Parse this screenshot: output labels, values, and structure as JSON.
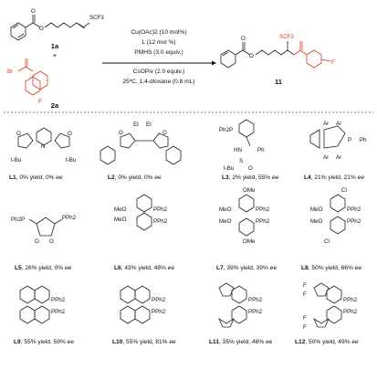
{
  "reaction": {
    "reactant1_label": "1a",
    "reactant2_label": "2a",
    "plus": "+",
    "product_label": "11",
    "scf3": "SCF3",
    "br": "Br",
    "o": "O",
    "f": "F",
    "conditions_above": [
      "Cu(OAc)2 (10 mol%)",
      "L (12 mol %)",
      "PMHS (3.0 equiv.)"
    ],
    "conditions_below": [
      "CsOPiv (2.0 equiv.)",
      "25ºC, 1,4-dioxane (0.8 mL)"
    ]
  },
  "ligands": [
    {
      "id": "L1",
      "result": ", 0% yield, 0% ",
      "ee": "ee"
    },
    {
      "id": "L2",
      "result": ", 0% yield, 0% ",
      "ee": "ee"
    },
    {
      "id": "L3",
      "result": ", 2% yield, 55% ",
      "ee": "ee"
    },
    {
      "id": "L4",
      "result": ", 21% yield, 21% ",
      "ee": "ee"
    },
    {
      "id": "L5",
      "result": ", 26% yield, 0% ",
      "ee": "ee"
    },
    {
      "id": "L6",
      "result": ", 43% yield, 48% ",
      "ee": "ee"
    },
    {
      "id": "L7",
      "result": ", 39% yield, 39% ",
      "ee": "ee"
    },
    {
      "id": "L8",
      "result": ", 50% yield, 66% ",
      "ee": "ee"
    },
    {
      "id": "L9",
      "result": ", 55% yield, 59% ",
      "ee": "ee"
    },
    {
      "id": "L10",
      "result": ", 55% yield, 81% ",
      "ee": "ee"
    },
    {
      "id": "L11",
      "result": ", 35% yield, 46% ",
      "ee": "ee"
    },
    {
      "id": "L12",
      "result": ", 50% yield, 49% ",
      "ee": "ee"
    }
  ],
  "structure_text": {
    "pph2": "PPh2",
    "ph2p": "Ph2P",
    "ph": "Ph",
    "tbu": "t-Bu",
    "tbus": "t-Bu",
    "s": "S",
    "hn": "HN",
    "o": "O",
    "n": "N",
    "et": "Et",
    "ar": "Ar",
    "p": "P",
    "meo": "MeO",
    "ome": "OMe",
    "cl": "Cl",
    "f": "F",
    "ph_p": "Ph"
  }
}
